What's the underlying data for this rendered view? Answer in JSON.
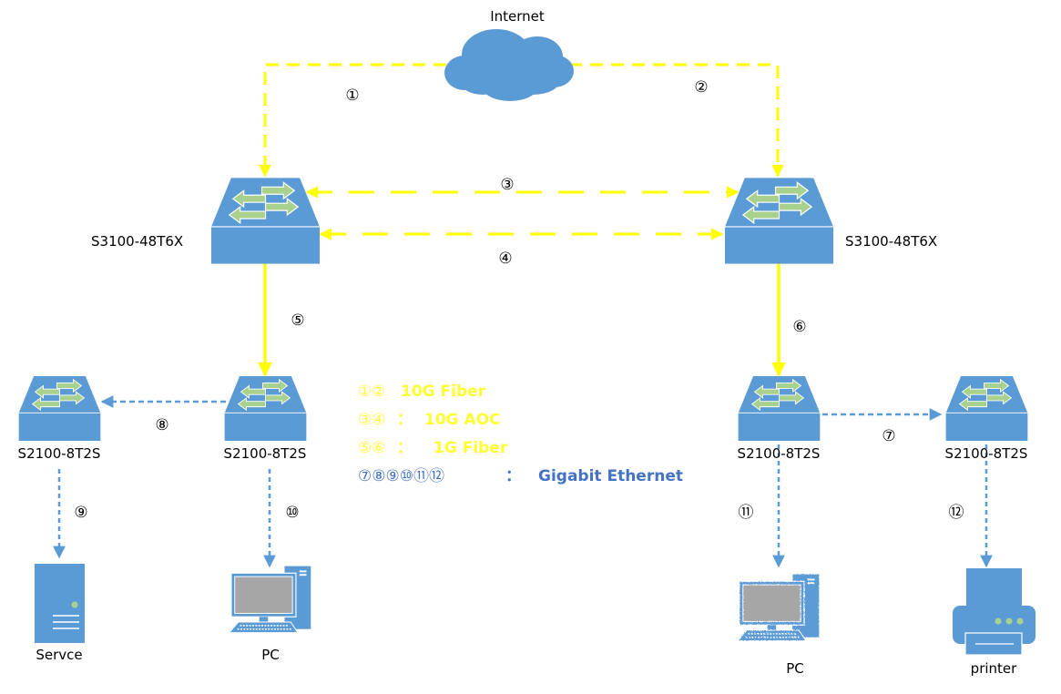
{
  "colors": {
    "device_blue": "#5b9bd5",
    "arrow_green": "#a9d18e",
    "fiber_yellow": "#ffff00",
    "ethernet_blue": "#5b9bd5",
    "screen_gray": "#a6a6a6",
    "legend_blue": "#4472c4",
    "legend_yellow": "#ffff33"
  },
  "internet": {
    "label": "Internet",
    "icon": "cloud-icon"
  },
  "core_switches": [
    {
      "id": "core-left",
      "label": "S3100-48T6X",
      "icon": "switch-icon"
    },
    {
      "id": "core-right",
      "label": "S3100-48T6X",
      "icon": "switch-icon"
    }
  ],
  "access_switches": [
    {
      "id": "access-far-left",
      "label": "S2100-8T2S",
      "icon": "switch-icon"
    },
    {
      "id": "access-left",
      "label": "S2100-8T2S",
      "icon": "switch-icon"
    },
    {
      "id": "access-right",
      "label": "S2100-8T2S",
      "icon": "switch-icon"
    },
    {
      "id": "access-far-right",
      "label": "S2100-8T2S",
      "icon": "switch-icon"
    }
  ],
  "end_devices": [
    {
      "id": "server",
      "label": "Servce",
      "icon": "server-icon"
    },
    {
      "id": "pc-left",
      "label": "PC",
      "icon": "pc-icon"
    },
    {
      "id": "pc-right",
      "label": "PC",
      "icon": "pc-icon"
    },
    {
      "id": "printer",
      "label": "printer",
      "icon": "printer-icon"
    }
  ],
  "links": [
    {
      "num": "①",
      "from": "internet",
      "to": "core-left",
      "type": "10G Fiber"
    },
    {
      "num": "②",
      "from": "internet",
      "to": "core-right",
      "type": "10G Fiber"
    },
    {
      "num": "③",
      "from": "core-left",
      "to": "core-right",
      "type": "10G AOC"
    },
    {
      "num": "④",
      "from": "core-left",
      "to": "core-right",
      "type": "10G AOC"
    },
    {
      "num": "⑤",
      "from": "core-left",
      "to": "access-left",
      "type": "1G Fiber"
    },
    {
      "num": "⑥",
      "from": "core-right",
      "to": "access-right",
      "type": "1G Fiber"
    },
    {
      "num": "⑦",
      "from": "access-right",
      "to": "access-far-right",
      "type": "Gigabit Ethernet"
    },
    {
      "num": "⑧",
      "from": "access-left",
      "to": "access-far-left",
      "type": "Gigabit Ethernet"
    },
    {
      "num": "⑨",
      "from": "access-far-left",
      "to": "server",
      "type": "Gigabit Ethernet"
    },
    {
      "num": "⑩",
      "from": "access-left",
      "to": "pc-left",
      "type": "Gigabit Ethernet"
    },
    {
      "num": "⑪",
      "from": "access-right",
      "to": "pc-right",
      "type": "Gigabit Ethernet"
    },
    {
      "num": "⑫",
      "from": "access-far-right",
      "to": "printer",
      "type": "Gigabit Ethernet"
    }
  ],
  "legend": [
    {
      "nums": "①②",
      "sep": "",
      "text": "10G Fiber",
      "color": "yellow"
    },
    {
      "nums": "③④",
      "sep": "：",
      "text": "10G AOC",
      "color": "yellow"
    },
    {
      "nums": "⑤⑥",
      "sep": "：",
      "text": "1G Fiber",
      "color": "yellow"
    },
    {
      "nums": "⑦⑧⑨⑩⑪⑫",
      "sep": "：",
      "text": "Gigabit Ethernet",
      "color": "blue"
    }
  ]
}
